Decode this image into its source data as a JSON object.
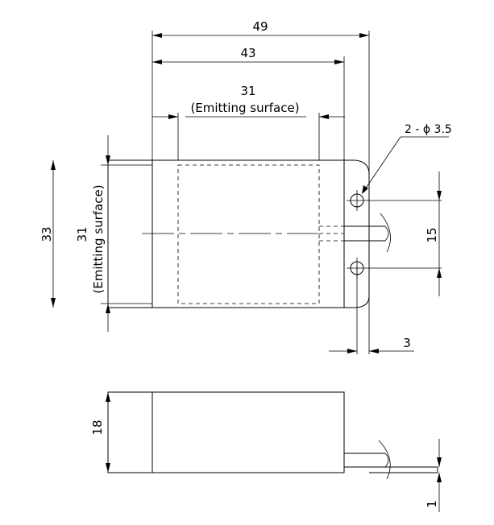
{
  "dimensions": {
    "overall_width": "49",
    "body_width": "43",
    "emitting_width_value": "31",
    "emitting_width_label": "(Emitting surface)",
    "hole_spec": "2 - ϕ 3.5",
    "body_height": "33",
    "emitting_height_value": "31",
    "emitting_height_label": "(Emitting surface)",
    "hole_spacing": "15",
    "tab_offset": "3",
    "thickness": "18",
    "tab_thickness": "1"
  }
}
